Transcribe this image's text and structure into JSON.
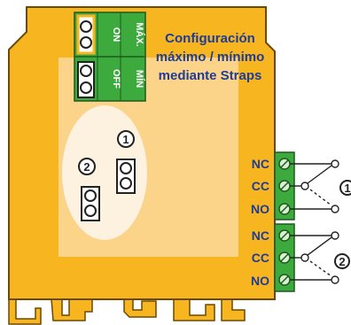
{
  "caption": {
    "line1": "Configuración",
    "line2": "máximo / mínimo",
    "line3": "mediante Straps"
  },
  "top_jumper_block": {
    "on_label": "ON",
    "off_label": "OFF",
    "max_label": "MÁX.",
    "min_label": "MÍN"
  },
  "inner_jumpers": {
    "jumper_1_badge": "1",
    "jumper_2_badge": "2"
  },
  "relay_1": {
    "badge": "1",
    "terminals": [
      "NC",
      "CC",
      "NO"
    ]
  },
  "relay_2": {
    "badge": "2",
    "terminals": [
      "NC",
      "CC",
      "NO"
    ]
  },
  "colors": {
    "housing": "#f7b51f",
    "housing_stroke": "#6b4a00",
    "window": "#fbd48a",
    "ellipse": "#fdf1e0",
    "terminal_green": "#3daa3d",
    "jumper_white": "#ffffff",
    "text_blue": "#1e3c96",
    "outline": "#222222"
  }
}
